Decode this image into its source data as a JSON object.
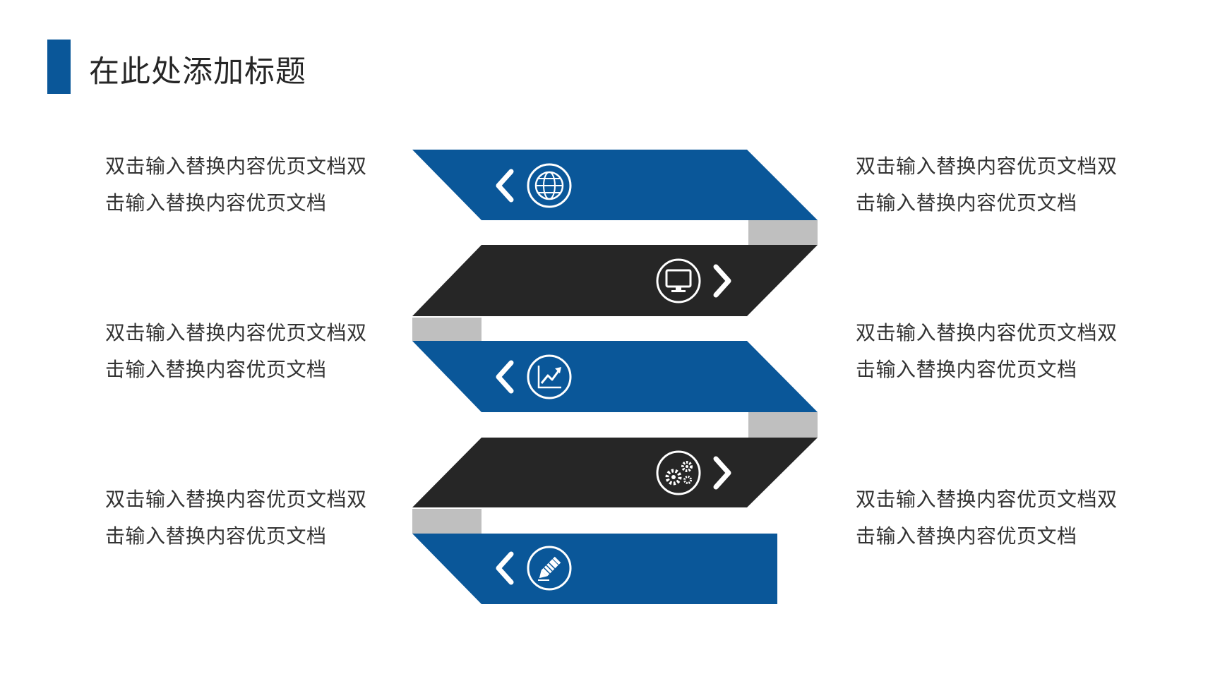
{
  "slide": {
    "title": "在此处添加标题"
  },
  "left_blocks": [
    {
      "line1": "双击输入替换内容优页文档双",
      "line2": "击输入替换内容优页文档"
    },
    {
      "line1": "双击输入替换内容优页文档双",
      "line2": "击输入替换内容优页文档"
    },
    {
      "line1": "双击输入替换内容优页文档双",
      "line2": "击输入替换内容优页文档"
    }
  ],
  "right_blocks": [
    {
      "line1": "双击输入替换内容优页文档双",
      "line2": "击输入替换内容优页文档"
    },
    {
      "line1": "双击输入替换内容优页文档双",
      "line2": "击输入替换内容优页文档"
    },
    {
      "line1": "双击输入替换内容优页文档双",
      "line2": "击输入替换内容优页文档"
    }
  ],
  "ribbon_steps": [
    {
      "icon": "globe-icon",
      "arrow": "chevron-left-icon",
      "color": "#0a5799"
    },
    {
      "icon": "monitor-icon",
      "arrow": "chevron-right-icon",
      "color": "#262626"
    },
    {
      "icon": "chart-trend-icon",
      "arrow": "chevron-left-icon",
      "color": "#0a5799"
    },
    {
      "icon": "gears-icon",
      "arrow": "chevron-right-icon",
      "color": "#262626"
    },
    {
      "icon": "pencil-icon",
      "arrow": "chevron-left-icon",
      "color": "#0a5799"
    }
  ],
  "colors": {
    "accent_blue": "#0a5799",
    "dark": "#262626",
    "fold_gray": "#bfbfbf",
    "text": "#333333"
  }
}
